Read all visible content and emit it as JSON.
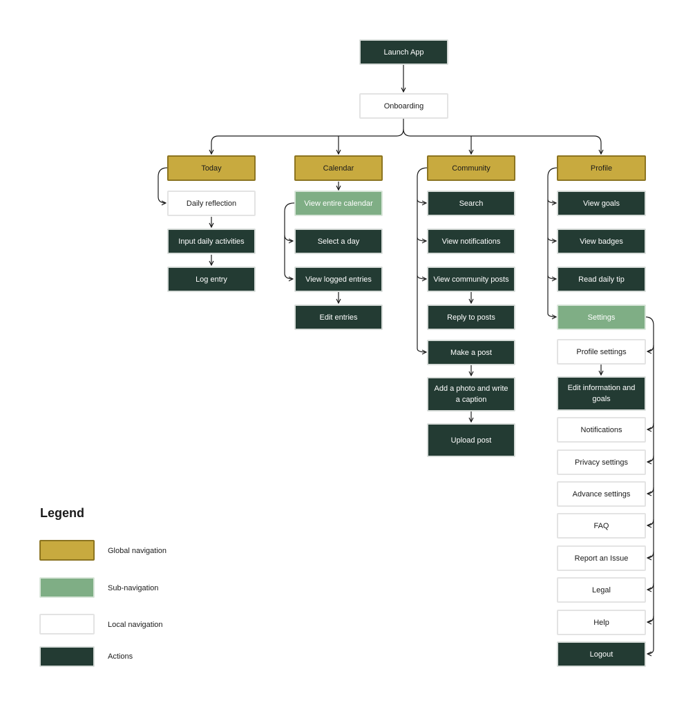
{
  "colors": {
    "global_navigation": "#c8aa3f",
    "sub_navigation": "#7fae85",
    "local_navigation": "#ffffff",
    "actions": "#233b33"
  },
  "nodes": {
    "launch_app": "Launch App",
    "onboarding": "Onboarding",
    "today": "Today",
    "daily_reflection": "Daily reflection",
    "input_daily_activities": "Input daily activities",
    "log_entry": "Log entry",
    "calendar": "Calendar",
    "view_entire_calendar": "View entire calendar",
    "select_a_day": "Select a day",
    "view_logged_entries": "View logged entries",
    "edit_entries": "Edit entries",
    "community": "Community",
    "search": "Search",
    "view_notifications": "View notifications",
    "view_community_posts": "View community posts",
    "reply_to_posts": "Reply to posts",
    "make_a_post": "Make a post",
    "add_photo_caption": "Add a photo and write a caption",
    "upload_post": "Upload post",
    "profile": "Profile",
    "view_goals": "View goals",
    "view_badges": "View badges",
    "read_daily_tip": "Read daily tip",
    "settings": "Settings",
    "profile_settings": "Profile settings",
    "edit_information_goals": "Edit information and goals",
    "notifications": "Notifications",
    "privacy_settings": "Privacy settings",
    "advance_settings": "Advance settings",
    "faq": "FAQ",
    "report_an_issue": "Report an Issue",
    "legal": "Legal",
    "help": "Help",
    "logout": "Logout"
  },
  "legend": {
    "title": "Legend",
    "items": [
      {
        "label": "Global navigation",
        "type": "global"
      },
      {
        "label": "Sub-navigation",
        "type": "sub"
      },
      {
        "label": "Local navigation",
        "type": "local"
      },
      {
        "label": "Actions",
        "type": "action"
      }
    ]
  }
}
